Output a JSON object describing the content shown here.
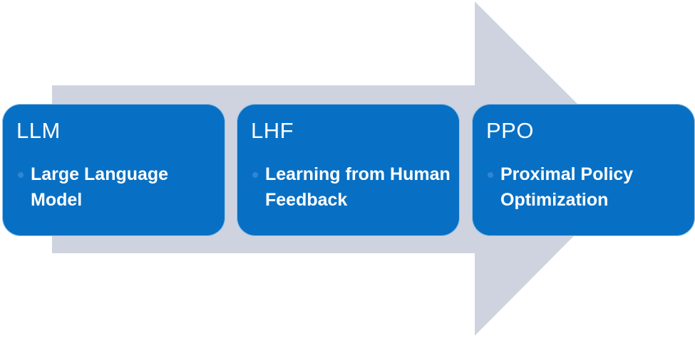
{
  "diagram": {
    "arrow_color": "#cfd3df",
    "box_color": "#0870c4",
    "bullet_color": "#2f86d2",
    "steps": [
      {
        "title": "LLM",
        "detail": "Large Language Model"
      },
      {
        "title": "LHF",
        "detail": "Learning from Human Feedback"
      },
      {
        "title": "PPO",
        "detail": "Proximal Policy Optimization"
      }
    ]
  }
}
